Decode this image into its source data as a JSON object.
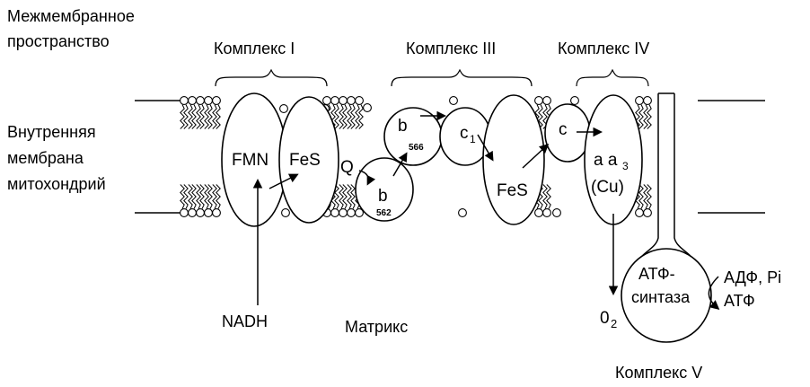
{
  "labels": {
    "intermembrane": [
      "Межмембранное",
      "пространство"
    ],
    "inner_membrane": [
      "Внутренняя",
      "мембрана",
      "митохондрий"
    ],
    "matrix": "Матрикс"
  },
  "complexes": {
    "c1": "Комплекс I",
    "c3": "Комплекс III",
    "c4": "Комплекс IV",
    "c5": "Комплекс V"
  },
  "carriers": {
    "fmn": "FMN",
    "fes1": "FeS",
    "q": "Q",
    "b566": "b",
    "b566_sub": "566",
    "b562": "b",
    "b562_sub": "562",
    "c1": "c",
    "c1_sub": "1",
    "fes3": "FeS",
    "c": "c",
    "aa3_a": "a a",
    "aa3_sub": "3",
    "cu": "(Cu)",
    "atp_synthase": [
      "АТФ-",
      "синтаза"
    ]
  },
  "substrates": {
    "nadh": "NADH",
    "o2": "0",
    "o2_sub": "2",
    "adp_pi": "АДФ, Pi",
    "atp": "АТФ"
  }
}
